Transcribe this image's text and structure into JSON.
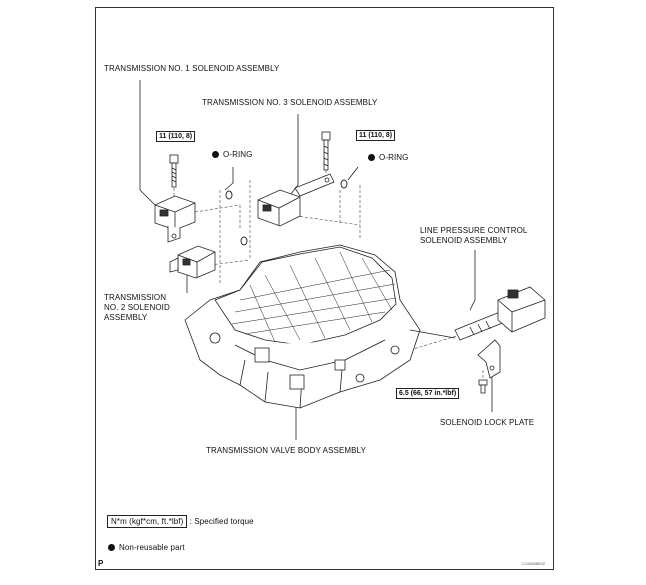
{
  "labels": {
    "sol1": "TRANSMISSION NO. 1 SOLENOID ASSEMBLY",
    "sol3": "TRANSMISSION NO. 3 SOLENOID ASSEMBLY",
    "sol2_l1": "TRANSMISSION",
    "sol2_l2": "NO. 2 SOLENOID",
    "sol2_l3": "ASSEMBLY",
    "oring_left": "O-RING",
    "oring_right": "O-RING",
    "linepressure_l1": "LINE PRESSURE CONTROL",
    "linepressure_l2": "SOLENOID ASSEMBLY",
    "lockplate": "SOLENOID LOCK PLATE",
    "valvebody": "TRANSMISSION VALVE BODY ASSEMBLY"
  },
  "torques": {
    "bolt_left": "11 (110, 8)",
    "bolt_right": "11 (110, 8)",
    "bolt_lockplate": "6.5 (66, 57 in.*lbf)"
  },
  "legend": {
    "torque_box": "N*m (kgf*cm, ft.*lbf)",
    "torque_text": ": Specified torque",
    "nonreusable": "Non-reusable part"
  },
  "page_code": "P",
  "figure_id": "C119588E02"
}
